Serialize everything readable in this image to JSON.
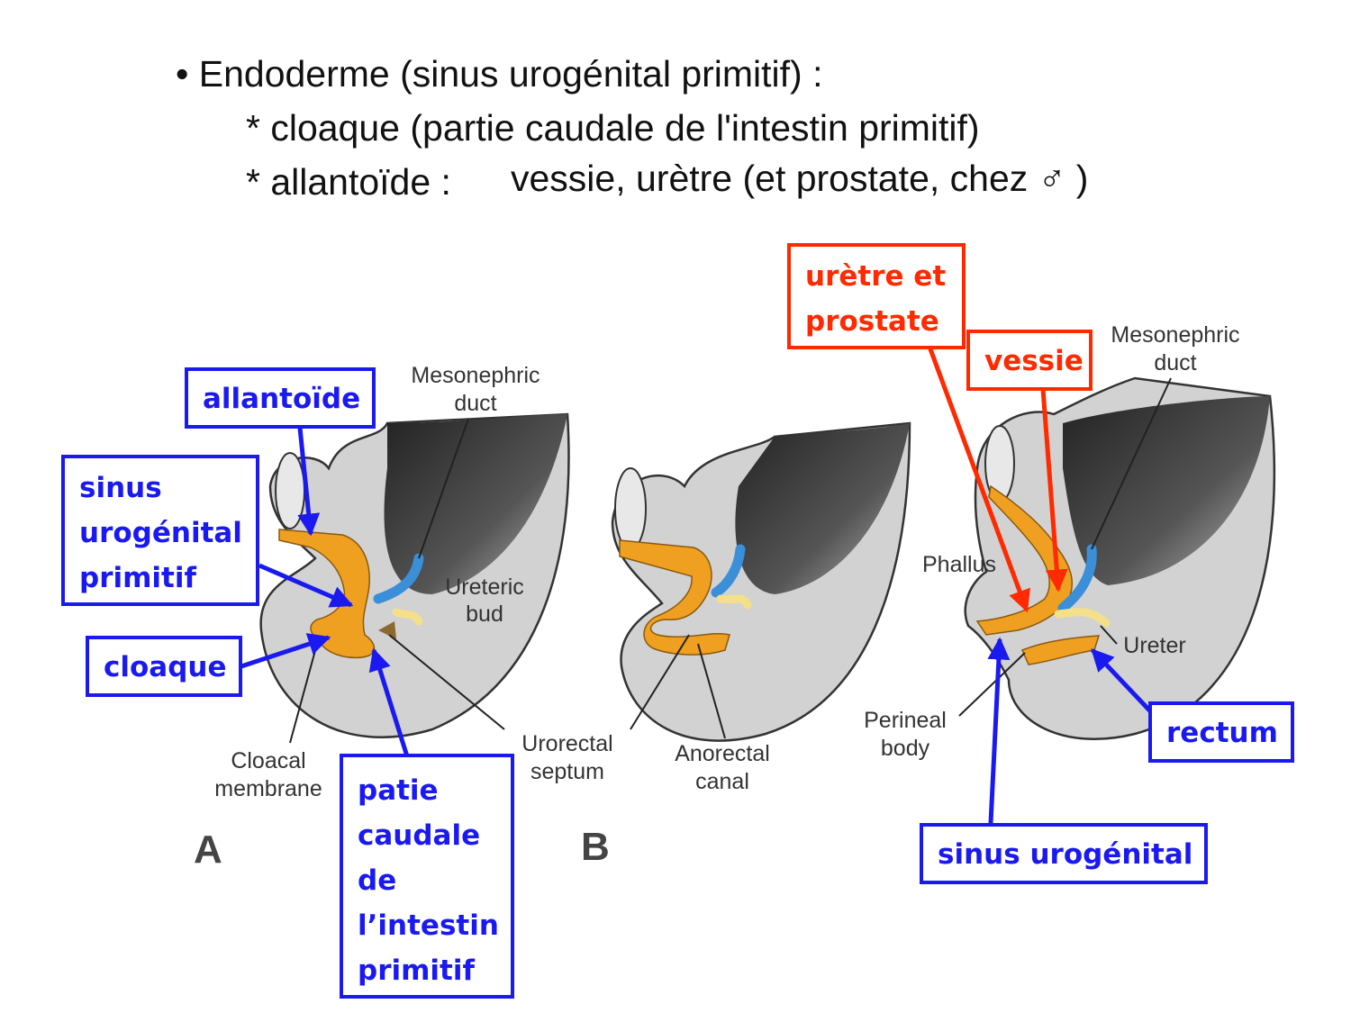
{
  "bullets": {
    "line1": "• Endoderme (sinus urogénital primitif) :",
    "line2": "* cloaque (partie caudale de l'intestin primitif)",
    "line3a": "* allantoïde :",
    "line3b": "vessie, urètre (et prostate, chez ♂ )"
  },
  "figure_labels": {
    "a_mesonephric_1": "Mesonephric",
    "a_mesonephric_2": "duct",
    "ureteric_1": "Ureteric",
    "ureteric_2": "bud",
    "cloacal_1": "Cloacal",
    "cloacal_2": "membrane",
    "urorectal_1": "Urorectal",
    "urorectal_2": "septum",
    "anorectal_1": "Anorectal",
    "anorectal_2": "canal",
    "c_mesonephric_1": "Mesonephric",
    "c_mesonephric_2": "duct",
    "phallus": "Phallus",
    "ureter": "Ureter",
    "perineal_1": "Perineal",
    "perineal_2": "body",
    "panel_a": "A",
    "panel_b": "B"
  },
  "callouts": {
    "allantoide": "allantoïde",
    "sinus_primitif": "sinus\nurogénital\nprimitif",
    "cloaque": "cloaque",
    "partie_caudale": "patie\ncaudale\nde\nl’intestin\nprimitif",
    "uretre_prostate": "urètre et\nprostate",
    "vessie": "vessie",
    "rectum": "rectum",
    "sinus_urogenital": "sinus urogénital"
  },
  "colors": {
    "callout_blue": "#1a1af0",
    "callout_red": "#ff2a00",
    "endoderm": "#f0a020",
    "mesonephric": "#3a8fd8",
    "tissue": "#d2d2d2"
  }
}
